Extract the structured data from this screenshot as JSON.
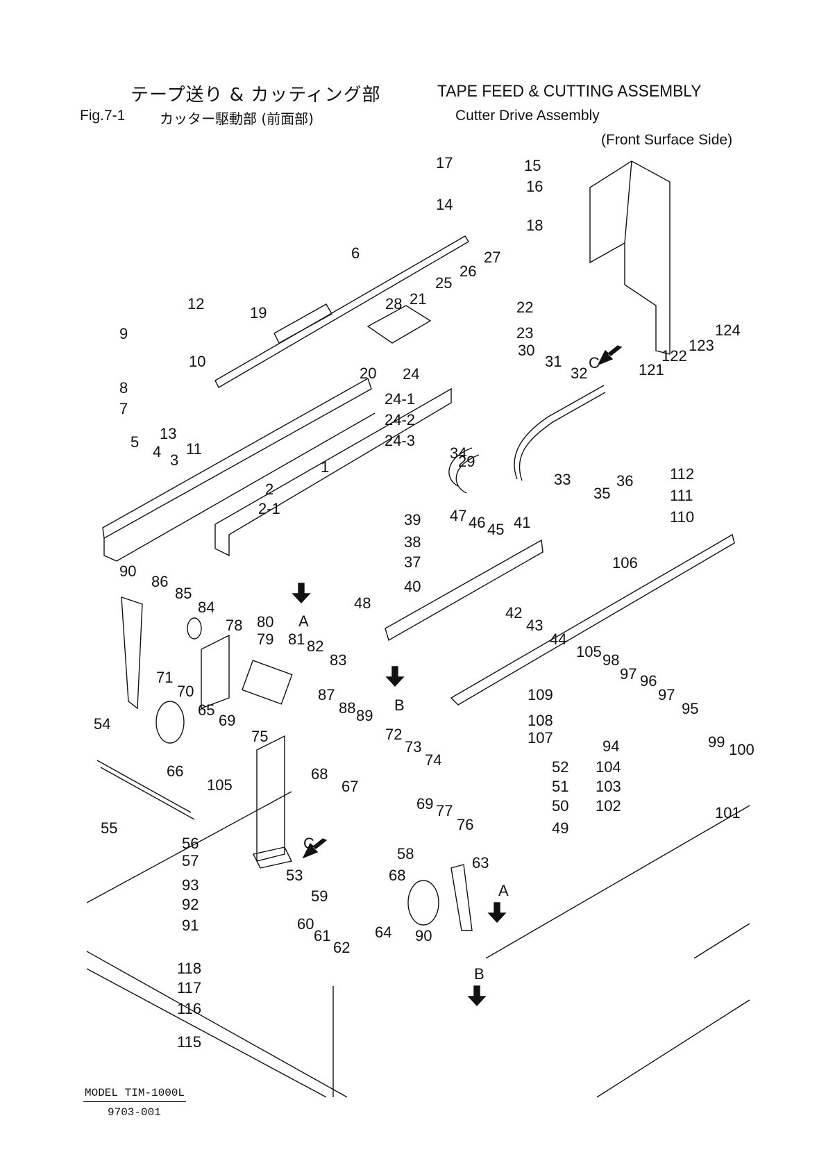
{
  "header": {
    "title_jp": "テープ送り & カッティング部",
    "title_en": "TAPE FEED & CUTTING ASSEMBLY",
    "figure_number": "Fig.7-1",
    "subtitle_jp": "カッター駆動部 (前面部)",
    "subtitle_en": "Cutter Drive Assembly",
    "subtitle_en_2": "(Front Surface Side)"
  },
  "footer": {
    "model": "MODEL TIM-1000L",
    "document_number": "9703-001"
  },
  "view_markers": [
    "A",
    "B",
    "C"
  ],
  "part_callouts": [
    "1",
    "2",
    "2-1",
    "3",
    "4",
    "5",
    "7",
    "8",
    "9",
    "10",
    "11",
    "12",
    "13",
    "14",
    "15",
    "16",
    "17",
    "18",
    "19",
    "20",
    "21",
    "22",
    "23",
    "24",
    "24-1",
    "24-2",
    "24-3",
    "25",
    "26",
    "27",
    "28",
    "29",
    "30",
    "31",
    "32",
    "33",
    "34",
    "35",
    "36",
    "37",
    "38",
    "39",
    "40",
    "41",
    "42",
    "43",
    "44",
    "45",
    "46",
    "47",
    "48",
    "49",
    "50",
    "51",
    "52",
    "53",
    "54",
    "55",
    "56",
    "57",
    "58",
    "59",
    "60",
    "61",
    "62",
    "63",
    "64",
    "65",
    "66",
    "67",
    "68",
    "69",
    "70",
    "71",
    "72",
    "73",
    "74",
    "75",
    "76",
    "77",
    "78",
    "79",
    "80",
    "81",
    "82",
    "83",
    "84",
    "85",
    "86",
    "87",
    "88",
    "89",
    "90",
    "91",
    "92",
    "93",
    "94",
    "95",
    "96",
    "97",
    "98",
    "99",
    "100",
    "101",
    "102",
    "103",
    "104",
    "105",
    "106",
    "107",
    "108",
    "109",
    "110",
    "111",
    "112",
    "115",
    "116",
    "117",
    "118",
    "121",
    "122",
    "123",
    "124",
    "6"
  ]
}
